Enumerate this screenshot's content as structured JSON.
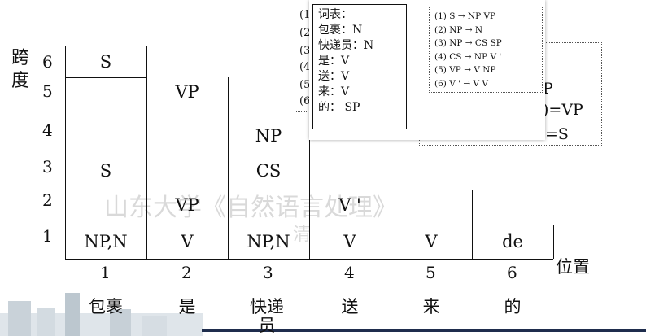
{
  "colors": {
    "ink": "#111111",
    "watermark": "#d9d9d9",
    "skyline": "#b9c4cc"
  },
  "axes": {
    "y_label": "跨度",
    "x_label": "位置",
    "y_ticks": [
      "6",
      "5",
      "4",
      "3",
      "2",
      "1"
    ],
    "x_ticks": [
      "1",
      "2",
      "3",
      "4",
      "5",
      "6"
    ]
  },
  "words": [
    "包裹",
    "是",
    "快递员",
    "送",
    "来",
    "的"
  ],
  "cells": {
    "row1": [
      "NP,N",
      "V",
      "NP,N",
      "V",
      "V",
      "de"
    ],
    "row2": [
      "VP",
      "V '"
    ],
    "row3": [
      "S",
      "CS"
    ],
    "row4": [
      "NP"
    ],
    "row5": [
      "VP"
    ],
    "row6": [
      "S"
    ]
  },
  "watermark": [
    "山东大学《自然语言处理》",
    "清"
  ],
  "lexicon": {
    "title": "词表：",
    "entries": [
      "包裹：N",
      "快递员：N",
      "是：V",
      "送：V",
      "来：V",
      "的：  SP"
    ]
  },
  "grammar": {
    "rules": [
      "(1) S → NP   VP",
      "(2) NP → N",
      "(3) NP → CS   SP",
      "(4) CS → NP   V '",
      "(5) VP → V   NP",
      "(6) V ' →  V   V"
    ]
  },
  "background_fragments": [
    "P",
    ")=VP",
    "=S",
    "(1",
    "(2",
    "(3",
    "(4",
    "(5",
    "(6"
  ]
}
